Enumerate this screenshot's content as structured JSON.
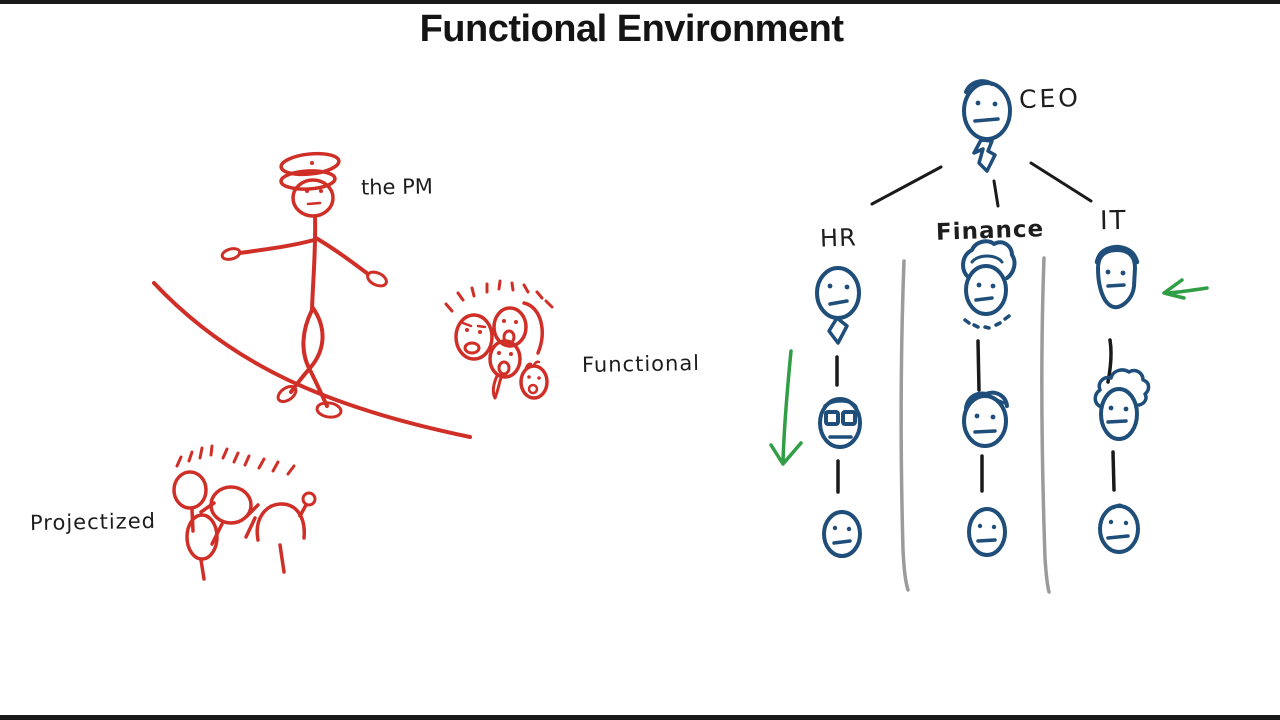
{
  "title": "Functional Environment",
  "colors": {
    "paper": "#ffffff",
    "ink-red": "#d02f27",
    "ink-blue": "#1e4e79",
    "ink-green": "#2f9e44",
    "ink-gray": "#9b9b9b",
    "ink-black": "#1a1a1a"
  },
  "left_scene": {
    "pm_label": "the PM",
    "functional_label": "Functional",
    "projectized_label": "Projectized"
  },
  "org_chart": {
    "ceo_label": "CEO",
    "departments": [
      {
        "label": "HR"
      },
      {
        "label": "Finance"
      },
      {
        "label": "IT"
      }
    ]
  }
}
